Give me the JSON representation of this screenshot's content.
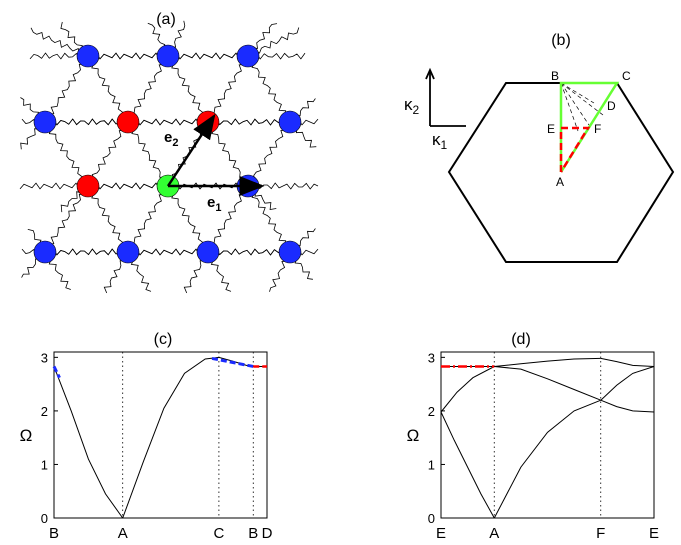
{
  "panels": {
    "a": {
      "label": "(a)",
      "e1": "e",
      "e1_sub": "1",
      "e2": "e",
      "e2_sub": "2"
    },
    "b": {
      "label": "(b)",
      "kappa1": "κ",
      "kappa1_sub": "1",
      "kappa2": "κ",
      "kappa2_sub": "2",
      "points": [
        "B",
        "C",
        "D",
        "E",
        "F",
        "A"
      ]
    },
    "c": {
      "label": "(c)"
    },
    "d": {
      "label": "(d)"
    }
  },
  "colors": {
    "blue_node": "#1a2bff",
    "red_node": "#ff0000",
    "green_node": "#33ff33",
    "green_path": "#66ff33",
    "red_path": "#ff0000",
    "blue_curve": "#1a2bff",
    "axis": "#000000"
  },
  "chart_data": [
    {
      "panel": "c",
      "type": "line",
      "ylabel": "Ω",
      "ylim": [
        0,
        3.1
      ],
      "yticks": [
        0,
        1,
        2,
        3
      ],
      "xticks": [
        "B",
        "A",
        "C",
        "B",
        "D"
      ],
      "series": [
        {
          "x": [
            0,
            0.25,
            0.5,
            0.75,
            1.0
          ],
          "y": [
            2.83,
            2.0,
            1.1,
            0.45,
            0.0
          ]
        },
        {
          "x": [
            1.0,
            1.3,
            1.6,
            1.9,
            2.2,
            2.4
          ],
          "y": [
            0.0,
            1.05,
            2.05,
            2.7,
            2.97,
            3.0
          ]
        },
        {
          "x": [
            2.4,
            2.6,
            2.8,
            2.9
          ],
          "y": [
            3.0,
            2.93,
            2.85,
            2.83
          ]
        },
        {
          "x": [
            2.9,
            3.1
          ],
          "y": [
            2.83,
            2.83
          ]
        }
      ],
      "vlines": [
        1.0,
        2.4,
        2.9
      ]
    },
    {
      "panel": "d",
      "type": "line",
      "ylabel": "Ω",
      "ylim": [
        0,
        3.1
      ],
      "yticks": [
        0,
        1,
        2,
        3
      ],
      "xticks": [
        "E",
        "A",
        "F",
        "E"
      ],
      "series": [
        {
          "x": [
            0,
            0.25,
            0.5,
            0.75,
            1.0
          ],
          "y": [
            1.98,
            1.45,
            0.95,
            0.45,
            0.0
          ]
        },
        {
          "x": [
            0,
            0.3,
            0.6,
            1.0
          ],
          "y": [
            1.98,
            2.35,
            2.62,
            2.83
          ]
        },
        {
          "x": [
            0,
            1.0
          ],
          "y": [
            2.83,
            2.83
          ]
        },
        {
          "x": [
            1.0,
            1.5,
            2.0,
            2.5,
            3.0
          ],
          "y": [
            0.0,
            0.95,
            1.6,
            2.0,
            2.2
          ]
        },
        {
          "x": [
            1.0,
            1.5,
            2.0,
            2.5,
            3.0
          ],
          "y": [
            2.83,
            2.88,
            2.93,
            2.97,
            2.98
          ]
        },
        {
          "x": [
            1.0,
            1.5,
            2.0,
            2.5,
            3.0
          ],
          "y": [
            2.83,
            2.78,
            2.6,
            2.4,
            2.2
          ]
        },
        {
          "x": [
            3.0,
            3.3,
            3.6,
            4.0
          ],
          "y": [
            2.2,
            2.48,
            2.7,
            2.83
          ]
        },
        {
          "x": [
            3.0,
            3.3,
            3.6,
            4.0
          ],
          "y": [
            2.98,
            2.92,
            2.85,
            2.83
          ]
        },
        {
          "x": [
            3.0,
            3.3,
            3.6,
            4.0
          ],
          "y": [
            2.2,
            2.08,
            2.0,
            1.98
          ]
        }
      ],
      "vlines": [
        1.0,
        3.0
      ]
    }
  ]
}
